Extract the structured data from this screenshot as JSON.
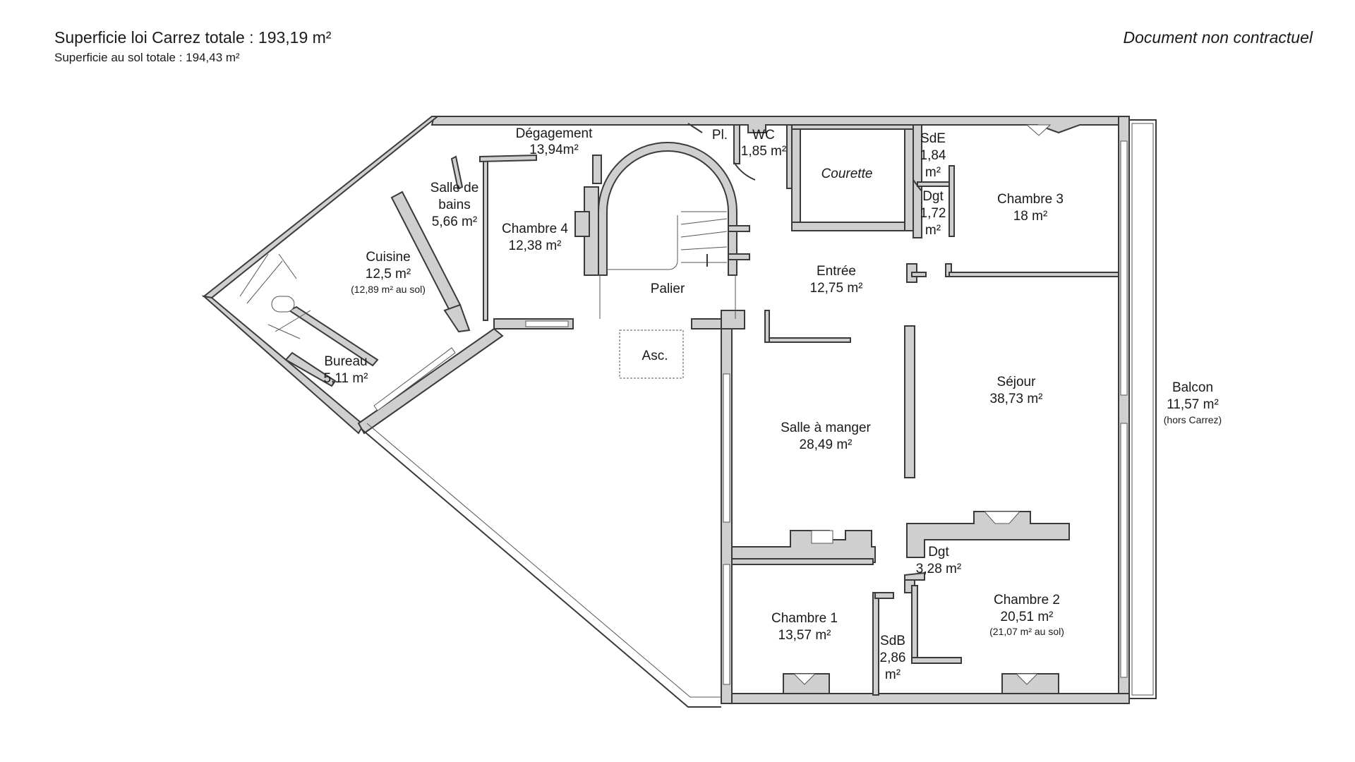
{
  "header": {
    "carrez_total": "Superficie loi Carrez totale :  193,19 m²",
    "floor_total": "Superficie au sol totale :  194,43 m²",
    "disclaimer": "Document non contractuel"
  },
  "rooms": {
    "degagement": {
      "name": "Dégagement",
      "area": "13,94m²"
    },
    "placard": {
      "name": "Pl."
    },
    "wc": {
      "name": "WC",
      "area": "1,85 m²"
    },
    "courette": {
      "name": "Courette"
    },
    "sde": {
      "name": "SdE",
      "area1": "1,84",
      "area2": "m²"
    },
    "dgt_top": {
      "name": "Dgt",
      "area1": "1,72",
      "area2": "m²"
    },
    "chambre3": {
      "name": "Chambre 3",
      "area": "18 m²"
    },
    "salle_de_bains": {
      "name1": "Salle de",
      "name2": "bains",
      "area": "5,66 m²"
    },
    "chambre4": {
      "name": "Chambre 4",
      "area": "12,38 m²"
    },
    "cuisine": {
      "name": "Cuisine",
      "area": "12,5 m²",
      "note": "(12,89 m² au sol)"
    },
    "palier": {
      "name": "Palier"
    },
    "entree": {
      "name": "Entrée",
      "area": "12,75 m²"
    },
    "asc": {
      "name": "Asc."
    },
    "bureau": {
      "name": "Bureau",
      "area": "5,11 m²"
    },
    "sejour": {
      "name": "Séjour",
      "area": "38,73 m²"
    },
    "balcon": {
      "name": "Balcon",
      "area": "11,57 m²",
      "note": "(hors Carrez)"
    },
    "salle_a_manger": {
      "name": "Salle à manger",
      "area": "28,49 m²"
    },
    "dgt_bottom": {
      "name": "Dgt",
      "area": "3,28 m²"
    },
    "chambre1": {
      "name": "Chambre 1",
      "area": "13,57 m²"
    },
    "sdb": {
      "name": "SdB",
      "area1": "2,86",
      "area2": "m²"
    },
    "chambre2": {
      "name": "Chambre 2",
      "area": "20,51  m²",
      "note": "(21,07 m² au sol)"
    }
  }
}
